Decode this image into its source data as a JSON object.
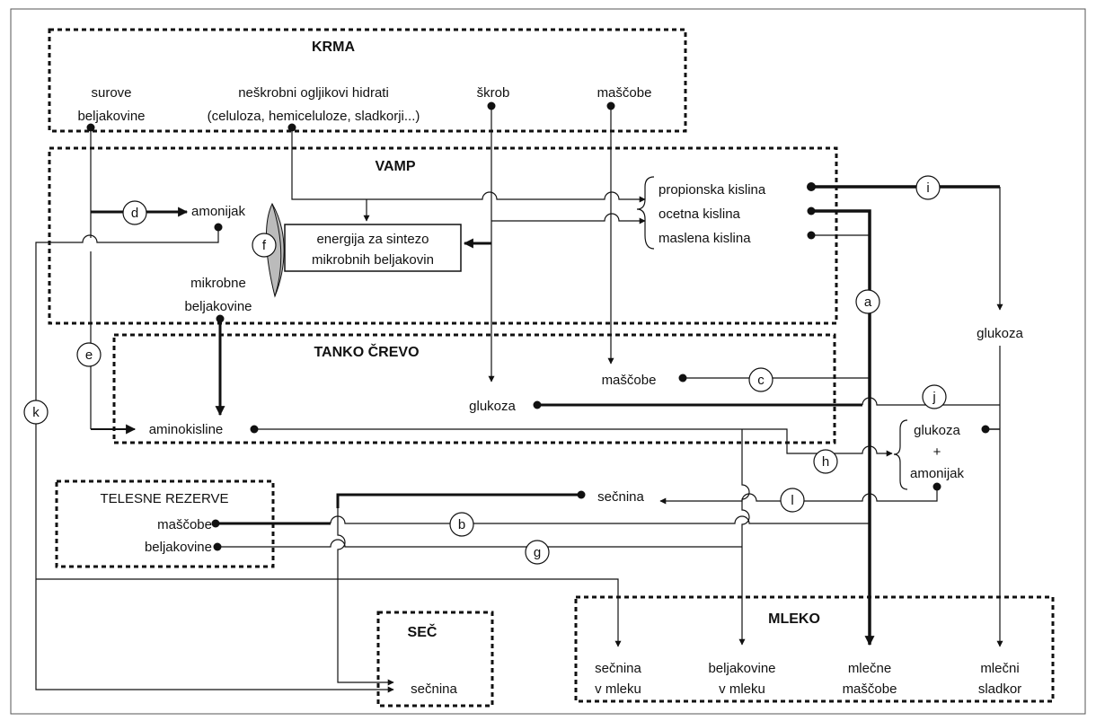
{
  "sections": {
    "krma": "KRMA",
    "vamp": "VAMP",
    "tanko_crevo": "TANKO ČREVO",
    "telesne_rezerve": "TELESNE REZERVE",
    "sec": "SEČ",
    "mleko": "MLEKO"
  },
  "krma": {
    "surove_1": "surove",
    "surove_2": "beljakovine",
    "neskrobni_1": "neškrobni ogljikovi hidrati",
    "neskrobni_2": "(celuloza, hemiceluloze, sladkorji...)",
    "skrob": "škrob",
    "mascobe": "maščobe"
  },
  "vamp": {
    "amonijak": "amonijak",
    "energija_1": "energija za sintezo",
    "energija_2": "mikrobnih beljakovin",
    "mikrobne_1": "mikrobne",
    "mikrobne_2": "beljakovine",
    "propionska": "propionska kislina",
    "ocetna": "ocetna kislina",
    "maslena": "maslena kislina"
  },
  "tanko": {
    "mascobe": "maščobe",
    "glukoza": "glukoza",
    "aminokisline": "aminokisline"
  },
  "other": {
    "glukoza_right": "glukoza",
    "glukoza_comb": "glukoza",
    "plus": "+",
    "amonijak_comb": "amonijak",
    "secnina_mid": "sečnina"
  },
  "rezerve": {
    "mascobe": "maščobe",
    "beljakovine": "beljakovine"
  },
  "sec": {
    "secnina": "sečnina"
  },
  "mleko": {
    "secnina_1": "sečnina",
    "secnina_2": "v mleku",
    "beljakovine_1": "beljakovine",
    "beljakovine_2": "v mleku",
    "mascobe_1": "mlečne",
    "mascobe_2": "maščobe",
    "sladkor_1": "mlečni",
    "sladkor_2": "sladkor"
  },
  "pathway_labels": {
    "a": "a",
    "b": "b",
    "c": "c",
    "d": "d",
    "e": "e",
    "f": "f",
    "g": "g",
    "h": "h",
    "i": "i",
    "j": "j",
    "k": "k",
    "l": "l"
  }
}
